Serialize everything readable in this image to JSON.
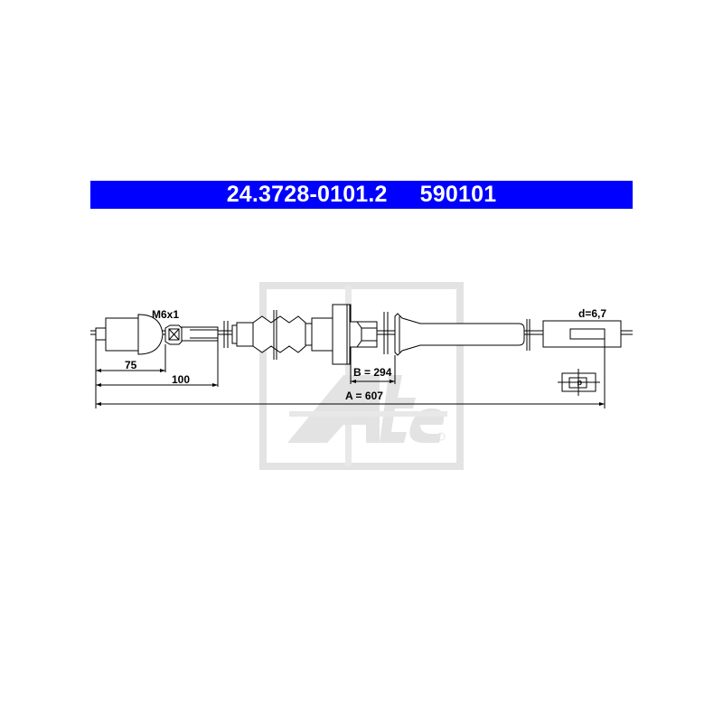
{
  "header": {
    "part_number": "24.3728-0101.2",
    "article_number": "590101",
    "background_color": "#0000ff",
    "text_color": "#ffffff"
  },
  "drawing": {
    "labels": {
      "thread": "M6x1",
      "dim_75": "75",
      "dim_100": "100",
      "dim_b": "B = 294",
      "dim_a": "A = 607",
      "diameter": "d=6,7",
      "d_symbol": "d"
    },
    "watermark": {
      "logo_text": "Ate",
      "registered_mark": "®",
      "color": "#e0e0e0"
    },
    "line_color": "#000000"
  }
}
